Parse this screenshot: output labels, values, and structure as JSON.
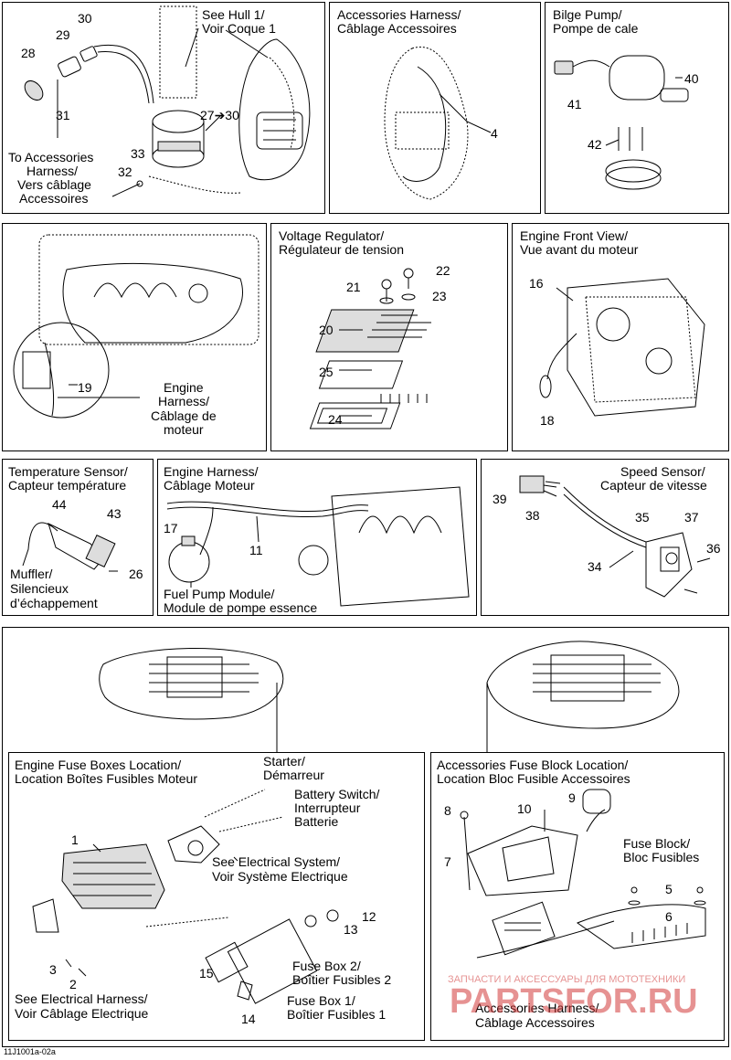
{
  "panels": {
    "hull": {
      "label_1": "See Hull 1/",
      "label_2": "Voir Coque 1",
      "acc_1": "To Accessories",
      "acc_2": "Harness/",
      "acc_3": "Vers câblage",
      "acc_4": "Accessoires",
      "n30": "30",
      "n29": "29",
      "n28": "28",
      "n31": "31",
      "n27_30": "27➔30",
      "n33": "33",
      "n32": "32"
    },
    "acc_harness": {
      "title_1": "Accessories Harness/",
      "title_2": "Câblage Accessoires",
      "n4": "4"
    },
    "bilge": {
      "title_1": "Bilge Pump/",
      "title_2": "Pompe de cale",
      "n40": "40",
      "n41": "41",
      "n42": "42"
    },
    "engine_side": {
      "n19": "19",
      "l1": "Engine",
      "l2": "Harness/",
      "l3": "Câblage de",
      "l4": "moteur"
    },
    "voltage": {
      "title_1": "Voltage Regulator/",
      "title_2": "Régulateur de tension",
      "n21": "21",
      "n22": "22",
      "n23": "23",
      "n20": "20",
      "n25": "25",
      "n24": "24"
    },
    "engine_front": {
      "title_1": "Engine Front View/",
      "title_2": "Vue avant du moteur",
      "n16": "16",
      "n18": "18"
    },
    "temp": {
      "title_1": "Temperature Sensor/",
      "title_2": "Capteur température",
      "n44": "44",
      "n43": "43",
      "n26": "26",
      "l1": "Muffler/",
      "l2": "Silencieux",
      "l3": "d’échappement"
    },
    "engine_harness": {
      "title_1": "Engine Harness/",
      "title_2": "Câblage Moteur",
      "n17": "17",
      "n11": "11",
      "l1": "Fuel Pump Module/",
      "l2": "Module de pompe essence"
    },
    "speed": {
      "title_1": "Speed Sensor/",
      "title_2": "Capteur de vitesse",
      "n39": "39",
      "n38": "38",
      "n35": "35",
      "n37": "37",
      "n36": "36",
      "n34": "34"
    },
    "fuse_engine": {
      "title_1": "Engine Fuse Boxes Location/",
      "title_2": "Location Boîtes Fusibles Moteur",
      "starter_1": "Starter/",
      "starter_2": "Démarreur",
      "batt_1": "Battery Switch/",
      "batt_2": "Interrupteur",
      "batt_3": "Batterie",
      "elec_1": "See Electrical System/",
      "elec_2": "Voir Système Electrique",
      "n1": "1",
      "n3": "3",
      "n2": "2",
      "n15": "15",
      "n14": "14",
      "n13": "13",
      "n12": "12",
      "fb2_1": "Fuse Box 2/",
      "fb2_2": "Boîtier Fusibles 2",
      "fb1_1": "Fuse Box 1/",
      "fb1_2": "Boîtier Fusibles 1",
      "eh_1": "See Electrical Harness/",
      "eh_2": "Voir Câblage Electrique"
    },
    "fuse_acc": {
      "title_1": "Accessories Fuse Block Location/",
      "title_2": "Location Bloc Fusible Accessoires",
      "n8": "8",
      "n10": "10",
      "n9": "9",
      "n7": "7",
      "n5": "5",
      "n6": "6",
      "fb_1": "Fuse Block/",
      "fb_2": "Bloc Fusibles",
      "ah_1": "Accessories Harness/",
      "ah_2": "Câblage Accessoires"
    }
  },
  "footer": {
    "code": "11J1001a-02a"
  },
  "watermark": {
    "line1": "ЗАПЧАСТИ И АКСЕССУАРЫ ДЛЯ МОТОТЕХНИКИ",
    "line2": "PARTSFOR.RU"
  }
}
